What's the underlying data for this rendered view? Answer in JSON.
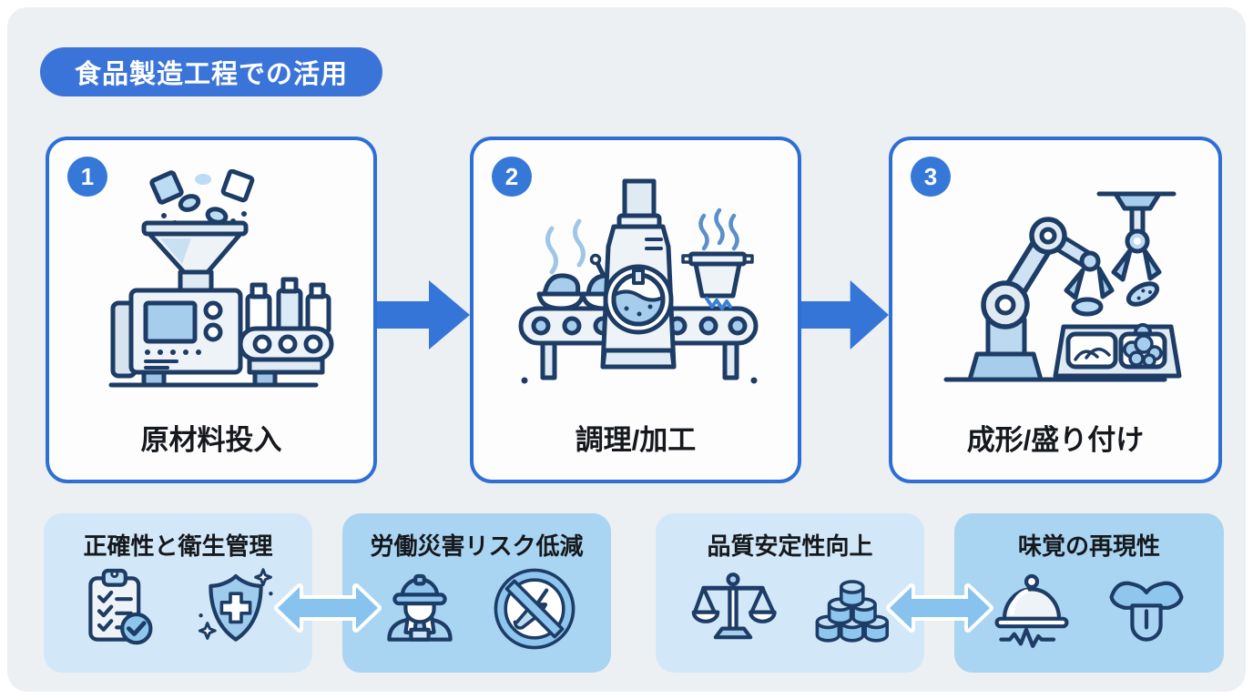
{
  "title": {
    "badge_label": "食品製造工程での活用"
  },
  "steps": [
    {
      "number": "1",
      "label": "原材料投入",
      "illustration": "ingredient-hopper-machine"
    },
    {
      "number": "2",
      "label": "調理/加工",
      "illustration": "cooking-processing-machine"
    },
    {
      "number": "3",
      "label": "成形/盛り付け",
      "illustration": "robot-arm-plating"
    }
  ],
  "benefits": [
    {
      "label": "正確性と衛生管理",
      "tone": "light",
      "icons": [
        "checklist-clipboard-icon",
        "medical-shield-sparkle-icon"
      ]
    },
    {
      "label": "労働災害リスク低減",
      "tone": "medium",
      "icons": [
        "construction-worker-icon",
        "no-hand-injury-icon"
      ]
    },
    {
      "label": "品質安定性向上",
      "tone": "light",
      "icons": [
        "balance-scale-icon",
        "stacked-cans-icon"
      ]
    },
    {
      "label": "味覚の再現性",
      "tone": "medium",
      "icons": [
        "cloche-waveform-icon",
        "tongue-icon"
      ]
    }
  ],
  "colors": {
    "canvas_bg": "#edf0f3",
    "title_badge_bg": "#3b74d8",
    "card_border": "#2e6fd3",
    "number_badge_bg": "#3578d8",
    "step_arrow": "#3575d8",
    "benefit_box_light": "#d2e8f8",
    "benefit_box_medium": "#a9d4f2",
    "double_arrow": "#87c3ec",
    "illustration_outline": "#1d3c66",
    "illustration_fill_blue": "#a6cdec",
    "text_dark": "#15181c"
  }
}
